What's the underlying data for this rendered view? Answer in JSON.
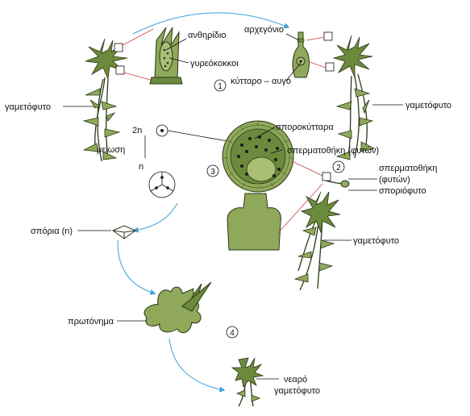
{
  "labels": {
    "antheridio": "ανθηρίδιο",
    "sperm": "γυρεόκοκκοι",
    "archegonio": "αρχεγόνιο",
    "egg": "κύτταρο – αυγό",
    "gam_left": "γαμετόφυτο",
    "gam_right_top": "γαμετόφυτο",
    "meiosis": "μείωση",
    "ploidy_2n": "2n",
    "ploidy_n": "n",
    "sporocytes": "σποροκύτταρα",
    "sporangium_cut": "σπερματοθήκη (φυτών)",
    "sporangium_a": "σπερματοθήκη",
    "sporangium_b": "(φυτών)",
    "sporophyte": "σποριόφυτο",
    "gam_right_bottom": "γαμετόφυτο",
    "spores": "σπόρια (n)",
    "protonema": "πρωτόνημα",
    "young_a": "νεαρό",
    "young_b": "γαμετόφυτο"
  },
  "steps": [
    "1",
    "2",
    "3",
    "4"
  ],
  "colors": {
    "plant": "#8fa85a",
    "plant_dark": "#6b8a3c",
    "outline": "#2a3818",
    "arrow": "#3aa0d8",
    "callout": "#d04040",
    "spore": "#2c2c2c"
  }
}
